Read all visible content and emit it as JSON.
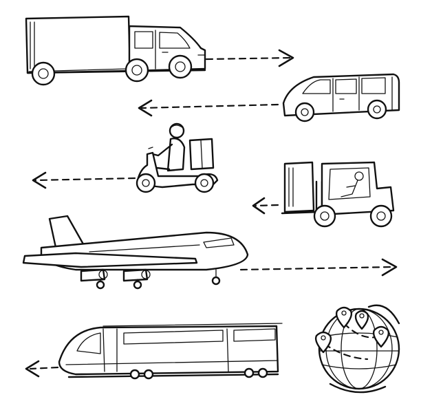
{
  "illustration": {
    "style": "hand-drawn sketch",
    "ink_color": "#111111",
    "background_color": "#ffffff",
    "items": [
      {
        "name": "box-truck",
        "direction": "right"
      },
      {
        "name": "van",
        "direction": "left"
      },
      {
        "name": "delivery-scooter",
        "direction": "left"
      },
      {
        "name": "forklift",
        "direction": "left"
      },
      {
        "name": "airplane",
        "direction": "right"
      },
      {
        "name": "high-speed-train",
        "direction": "left"
      },
      {
        "name": "globe-with-pins",
        "direction": "none"
      }
    ]
  }
}
